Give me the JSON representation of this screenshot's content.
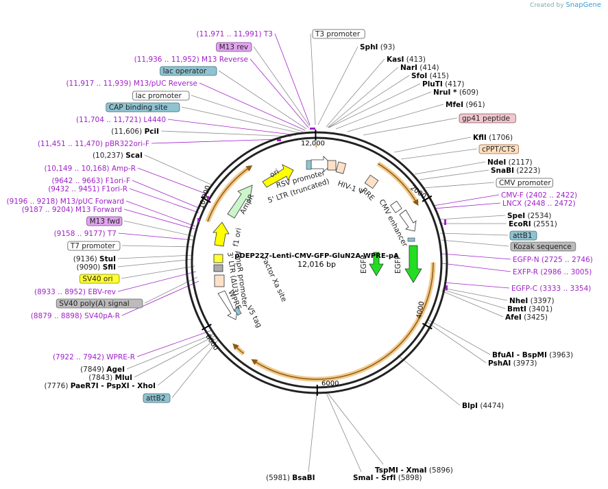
{
  "brand": {
    "created_by": "Created by",
    "name": "SnapGene"
  },
  "plasmid": {
    "name": "pDEP227-Lenti-CMV-GFP-GluN2A-WPRE-pA",
    "length_label": "12,016 bp"
  },
  "ticks": [
    "12,000",
    "2000",
    "4000",
    "6000",
    "8000",
    "10,000"
  ],
  "left_labels": [
    {
      "coord": "(11,971 .. 11,991)",
      "name": "T3",
      "kind": "primer"
    },
    {
      "name": "M13 rev",
      "kind": "box",
      "fill": "#e2a5f0",
      "stroke": "#7a3c8a"
    },
    {
      "coord": "(11,936 .. 11,952)",
      "name": "M13 Reverse",
      "kind": "primer"
    },
    {
      "name": "lac operator",
      "kind": "box",
      "fill": "#8fc3d1",
      "stroke": "#406c7a"
    },
    {
      "coord": "(11,917 .. 11,939)",
      "name": "M13/pUC Reverse",
      "kind": "primer"
    },
    {
      "name": "lac promoter",
      "kind": "box",
      "fill": "#ffffff",
      "stroke": "#555555"
    },
    {
      "name": "CAP binding site",
      "kind": "box",
      "fill": "#8fc3d1",
      "stroke": "#406c7a"
    },
    {
      "coord": "(11,704 .. 11,721)",
      "name": "L4440",
      "kind": "primer"
    },
    {
      "coord": "(11,606)",
      "name": "PciI",
      "kind": "enzyme"
    },
    {
      "coord": "(11,451 .. 11,470)",
      "name": "pBR322ori-F",
      "kind": "primer"
    },
    {
      "coord": "(10,237)",
      "name": "ScaI",
      "kind": "enzyme"
    },
    {
      "coord": "(10,149 .. 10,168)",
      "name": "Amp-R",
      "kind": "primer"
    },
    {
      "coord": "(9642 .. 9663)",
      "name": "F1ori-F",
      "kind": "primer"
    },
    {
      "coord": "(9432 .. 9451)",
      "name": "F1ori-R",
      "kind": "primer"
    },
    {
      "coord": "(9196 .. 9218)",
      "name": "M13/pUC Forward",
      "kind": "primer"
    },
    {
      "coord": "(9187 .. 9204)",
      "name": "M13 Forward",
      "kind": "primer"
    },
    {
      "name": "M13 fwd",
      "kind": "box",
      "fill": "#e2a5f0",
      "stroke": "#7a3c8a"
    },
    {
      "coord": "(9158 .. 9177)",
      "name": "T7",
      "kind": "primer"
    },
    {
      "name": "T7 promoter",
      "kind": "box",
      "fill": "#ffffff",
      "stroke": "#555555"
    },
    {
      "coord": "(9136)",
      "name": "StuI",
      "kind": "enzyme"
    },
    {
      "coord": "(9090)",
      "name": "SfiI",
      "kind": "enzyme"
    },
    {
      "name": "SV40 ori",
      "kind": "box",
      "fill": "#ffff33",
      "stroke": "#888800"
    },
    {
      "coord": "(8933 .. 8952)",
      "name": "EBV-rev",
      "kind": "primer"
    },
    {
      "name": "SV40 poly(A) signal",
      "kind": "box",
      "fill": "#bbbbbb",
      "stroke": "#666666"
    },
    {
      "coord": "(8879 .. 8898)",
      "name": "SV40pA-R",
      "kind": "primer"
    },
    {
      "coord": "(7922 .. 7942)",
      "name": "WPRE-R",
      "kind": "primer"
    },
    {
      "coord": "(7849)",
      "name": "AgeI",
      "kind": "enzyme"
    },
    {
      "coord": "(7843)",
      "name": "MluI",
      "kind": "enzyme"
    },
    {
      "coord": "(7776)",
      "name": "PaeR7I  - PspXI  - XhoI",
      "kind": "enzyme"
    },
    {
      "name": "attB2",
      "kind": "box",
      "fill": "#8fc3d1",
      "stroke": "#406c7a"
    }
  ],
  "right_labels": [
    {
      "name": "T3 promoter",
      "kind": "box",
      "fill": "#ffffff",
      "stroke": "#555555"
    },
    {
      "name": "SphI",
      "coord": "(93)",
      "kind": "enzyme"
    },
    {
      "name": "KasI",
      "coord": "(413)",
      "kind": "enzyme"
    },
    {
      "name": "NarI",
      "coord": "(414)",
      "kind": "enzyme"
    },
    {
      "name": "SfoI",
      "coord": "(415)",
      "kind": "enzyme"
    },
    {
      "name": "PluTI",
      "coord": "(417)",
      "kind": "enzyme"
    },
    {
      "name": "NruI *",
      "coord": "(609)",
      "kind": "enzyme"
    },
    {
      "name": "MfeI",
      "coord": "(961)",
      "kind": "enzyme"
    },
    {
      "name": "gp41 peptide",
      "kind": "box",
      "fill": "#f0c8d0",
      "stroke": "#8a5060"
    },
    {
      "name": "KflI",
      "coord": "(1706)",
      "kind": "enzyme"
    },
    {
      "name": "cPPT/CTS",
      "kind": "box",
      "fill": "#ffe0c0",
      "stroke": "#a06030"
    },
    {
      "name": "NdeI",
      "coord": "(2117)",
      "kind": "enzyme"
    },
    {
      "name": "SnaBI",
      "coord": "(2223)",
      "kind": "enzyme"
    },
    {
      "name": "CMV promoter",
      "kind": "box",
      "fill": "#ffffff",
      "stroke": "#555555"
    },
    {
      "name": "CMV-F",
      "coord": "(2402 .. 2422)",
      "kind": "primer"
    },
    {
      "name": "LNCX",
      "coord": "(2448 .. 2472)",
      "kind": "primer"
    },
    {
      "name": "SpeI",
      "coord": "(2534)",
      "kind": "enzyme"
    },
    {
      "name": "EcoRI",
      "coord": "(2551)",
      "kind": "enzyme"
    },
    {
      "name": "attB1",
      "kind": "box",
      "fill": "#8fc3d1",
      "stroke": "#406c7a"
    },
    {
      "name": "Kozak sequence",
      "kind": "box",
      "fill": "#bbbbbb",
      "stroke": "#666666"
    },
    {
      "name": "EGFP-N",
      "coord": "(2725 .. 2746)",
      "kind": "primer"
    },
    {
      "name": "EXFP-R",
      "coord": "(2986 .. 3005)",
      "kind": "primer"
    },
    {
      "name": "EGFP-C",
      "coord": "(3333 .. 3354)",
      "kind": "primer"
    },
    {
      "name": "NheI",
      "coord": "(3397)",
      "kind": "enzyme"
    },
    {
      "name": "BmtI",
      "coord": "(3401)",
      "kind": "enzyme"
    },
    {
      "name": "AfeI",
      "coord": "(3425)",
      "kind": "enzyme"
    },
    {
      "name": "BfuAI  - BspMI",
      "coord": "(3963)",
      "kind": "enzyme"
    },
    {
      "name": "PshAI",
      "coord": "(3973)",
      "kind": "enzyme"
    },
    {
      "name": "BlpI",
      "coord": "(4474)",
      "kind": "enzyme"
    }
  ],
  "bottom_labels": [
    {
      "name": "TspMI  - XmaI",
      "coord": "(5896)",
      "kind": "enzyme"
    },
    {
      "name": "SmaI  - SrfI",
      "coord": "(5898)",
      "kind": "enzyme"
    },
    {
      "name": "BsaBI",
      "coord": "(5981)",
      "kind": "enzyme"
    }
  ],
  "inner_labels": {
    "rsv_promoter": "RSV promoter",
    "ltr5": "5' LTR (truncated)",
    "hiv_psi": "HIV-1 Ψ",
    "rre": "RRE",
    "cmv_enhancer": "CMV enhancer",
    "egfp_outer": "EGFP",
    "egfp_inner": "EGFP",
    "ori": "ori",
    "ampr": "AmpR",
    "f1_ori": "f1 ori",
    "ampr_promoter": "AmpR promoter",
    "ltr3": "3' LTR (ΔU3)",
    "factor_xa": "Factor Xa site",
    "wpre": "WPRE",
    "v5_tag": "V5 tag"
  },
  "colors": {
    "primer": "#a020c8",
    "backbone": "#222222",
    "orf_highlight": "#f2c98a",
    "orf_line": "#8b5a14",
    "egfp": "#22dd22",
    "ori": "#ffff00",
    "ampr": "#ccf5cc"
  }
}
